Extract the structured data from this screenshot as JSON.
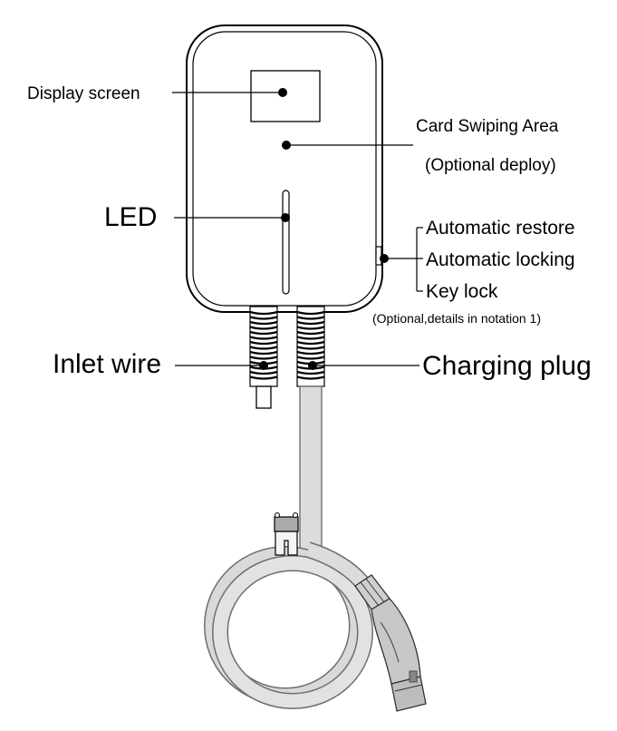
{
  "labels": {
    "display_screen": "Display screen",
    "card_swiping_area": "Card Swiping Area",
    "optional_deploy": "(Optional deploy)",
    "led": "LED",
    "automatic_restore": "Automatic restore",
    "automatic_locking": "Automatic locking",
    "key_lock": "Key lock",
    "notation": "(Optional,details in notation 1)",
    "inlet_wire": "Inlet wire",
    "charging_plug": "Charging plug"
  },
  "colors": {
    "line": "#000000",
    "cable_fill": "#d9d9d9",
    "cable_stroke": "#6e6e6e",
    "plug_fill": "#c8c8c8",
    "background": "#ffffff"
  }
}
